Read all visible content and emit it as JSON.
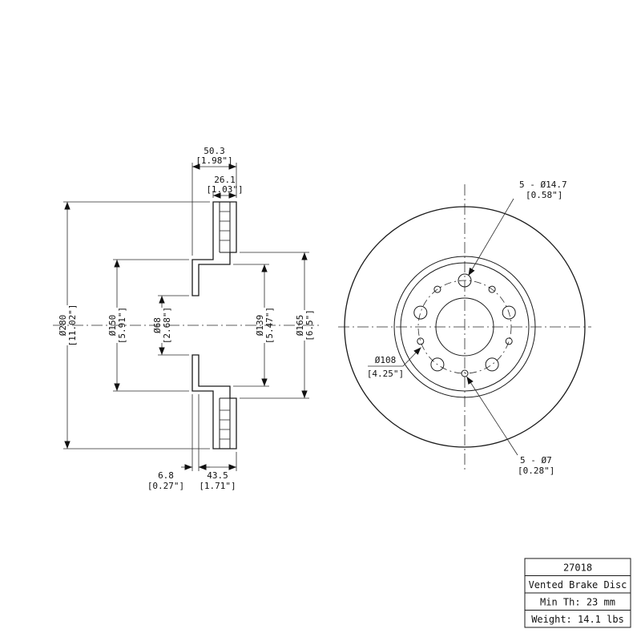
{
  "colors": {
    "line": "#1a1a1a",
    "background": "#ffffff"
  },
  "section_view": {
    "dim_overall_width": {
      "mm": "50.3",
      "in": "[1.98\"]"
    },
    "dim_disc_thickness": {
      "mm": "26.1",
      "in": "[1.03\"]"
    },
    "dim_outer_diameter": {
      "mm": "Ø280",
      "in": "[11.02\"]"
    },
    "dim_flange_diameter": {
      "mm": "Ø150",
      "in": "[5.91\"]"
    },
    "dim_bore_diameter": {
      "mm": "Ø68",
      "in": "[2.68\"]"
    },
    "dim_hat_inner_diameter": {
      "mm": "Ø139",
      "in": "[5.47\"]"
    },
    "dim_friction_inner_diameter": {
      "mm": "Ø165",
      "in": "[6.5\"]"
    },
    "dim_flange_thickness": {
      "mm": "6.8",
      "in": "[0.27\"]"
    },
    "dim_hat_depth": {
      "mm": "43.5",
      "in": "[1.71\"]"
    }
  },
  "front_view": {
    "callout_bolt_holes": {
      "mm": "5 - Ø14.7",
      "in": "[0.58\"]"
    },
    "callout_bolt_circle": {
      "mm": "Ø108",
      "in": "[4.25\"]"
    },
    "callout_small_holes": {
      "mm": "5 - Ø7",
      "in": "[0.28\"]"
    }
  },
  "title_block": {
    "part_number": "27018",
    "description": "Vented Brake Disc",
    "min_thickness": "Min Th: 23 mm",
    "weight": "Weight: 14.1 lbs"
  }
}
